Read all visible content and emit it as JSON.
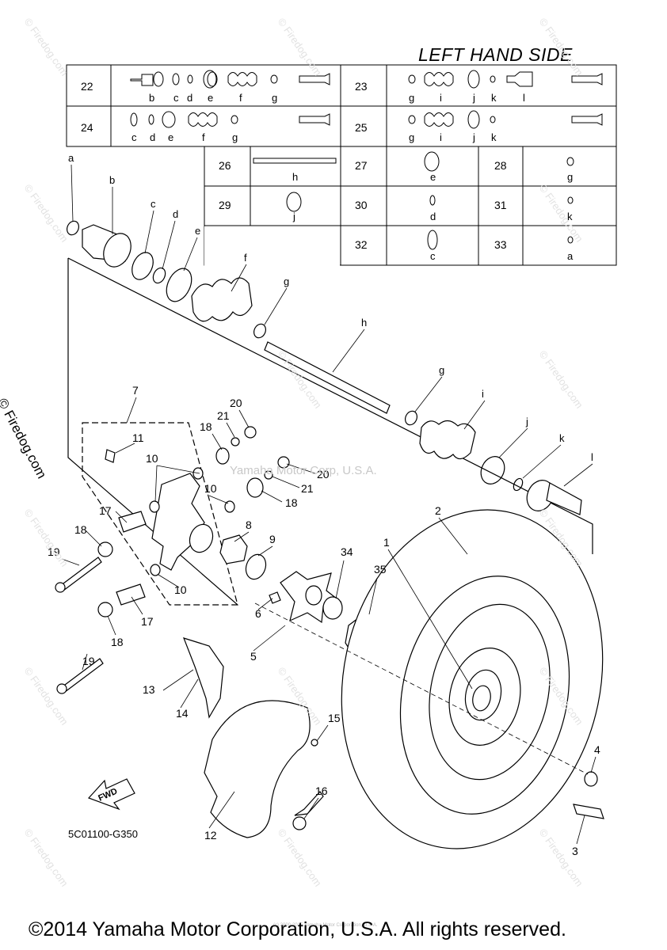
{
  "title": "LEFT HAND SIDE",
  "copyright": "©2014 Yamaha Motor Corporation, U.S.A. All rights reserved.",
  "diagram_code": "5C01100-G350",
  "fwd_label": "FWD",
  "watermark_center": "Yamaha Motor Corp, U.S.A.",
  "watermark_vertical": "© Firedog.com",
  "watermark_tile": "© Firedog.com",
  "tiny_credit": "(c) 2000-2015 Yamaha Motor Corporation, U.S.A.",
  "kit_table": {
    "rows": [
      {
        "num": "22",
        "letters": [
          "b",
          "c",
          "d",
          "e",
          "f",
          "g"
        ]
      },
      {
        "num": "23",
        "letters": [
          "g",
          "i",
          "j",
          "k",
          "l"
        ]
      },
      {
        "num": "24",
        "letters": [
          "c",
          "d",
          "e",
          "f",
          "g"
        ]
      },
      {
        "num": "25",
        "letters": [
          "g",
          "i",
          "j",
          "k"
        ]
      }
    ],
    "small": [
      {
        "num": "26",
        "letter": "h"
      },
      {
        "num": "27",
        "letter": "e"
      },
      {
        "num": "28",
        "letter": "g"
      },
      {
        "num": "29",
        "letter": "j"
      },
      {
        "num": "30",
        "letter": "d"
      },
      {
        "num": "31",
        "letter": "k"
      },
      {
        "num": "32",
        "letter": "c"
      },
      {
        "num": "33",
        "letter": "a"
      }
    ]
  },
  "part_letters": [
    "a",
    "b",
    "c",
    "d",
    "e",
    "f",
    "g",
    "h",
    "g",
    "i",
    "j",
    "k",
    "l"
  ],
  "callouts": [
    "1",
    "2",
    "3",
    "4",
    "5",
    "6",
    "7",
    "8",
    "9",
    "10",
    "10",
    "10",
    "11",
    "12",
    "13",
    "14",
    "15",
    "16",
    "17",
    "17",
    "18",
    "18",
    "18",
    "18",
    "19",
    "19",
    "20",
    "20",
    "21",
    "21",
    "34",
    "35"
  ]
}
